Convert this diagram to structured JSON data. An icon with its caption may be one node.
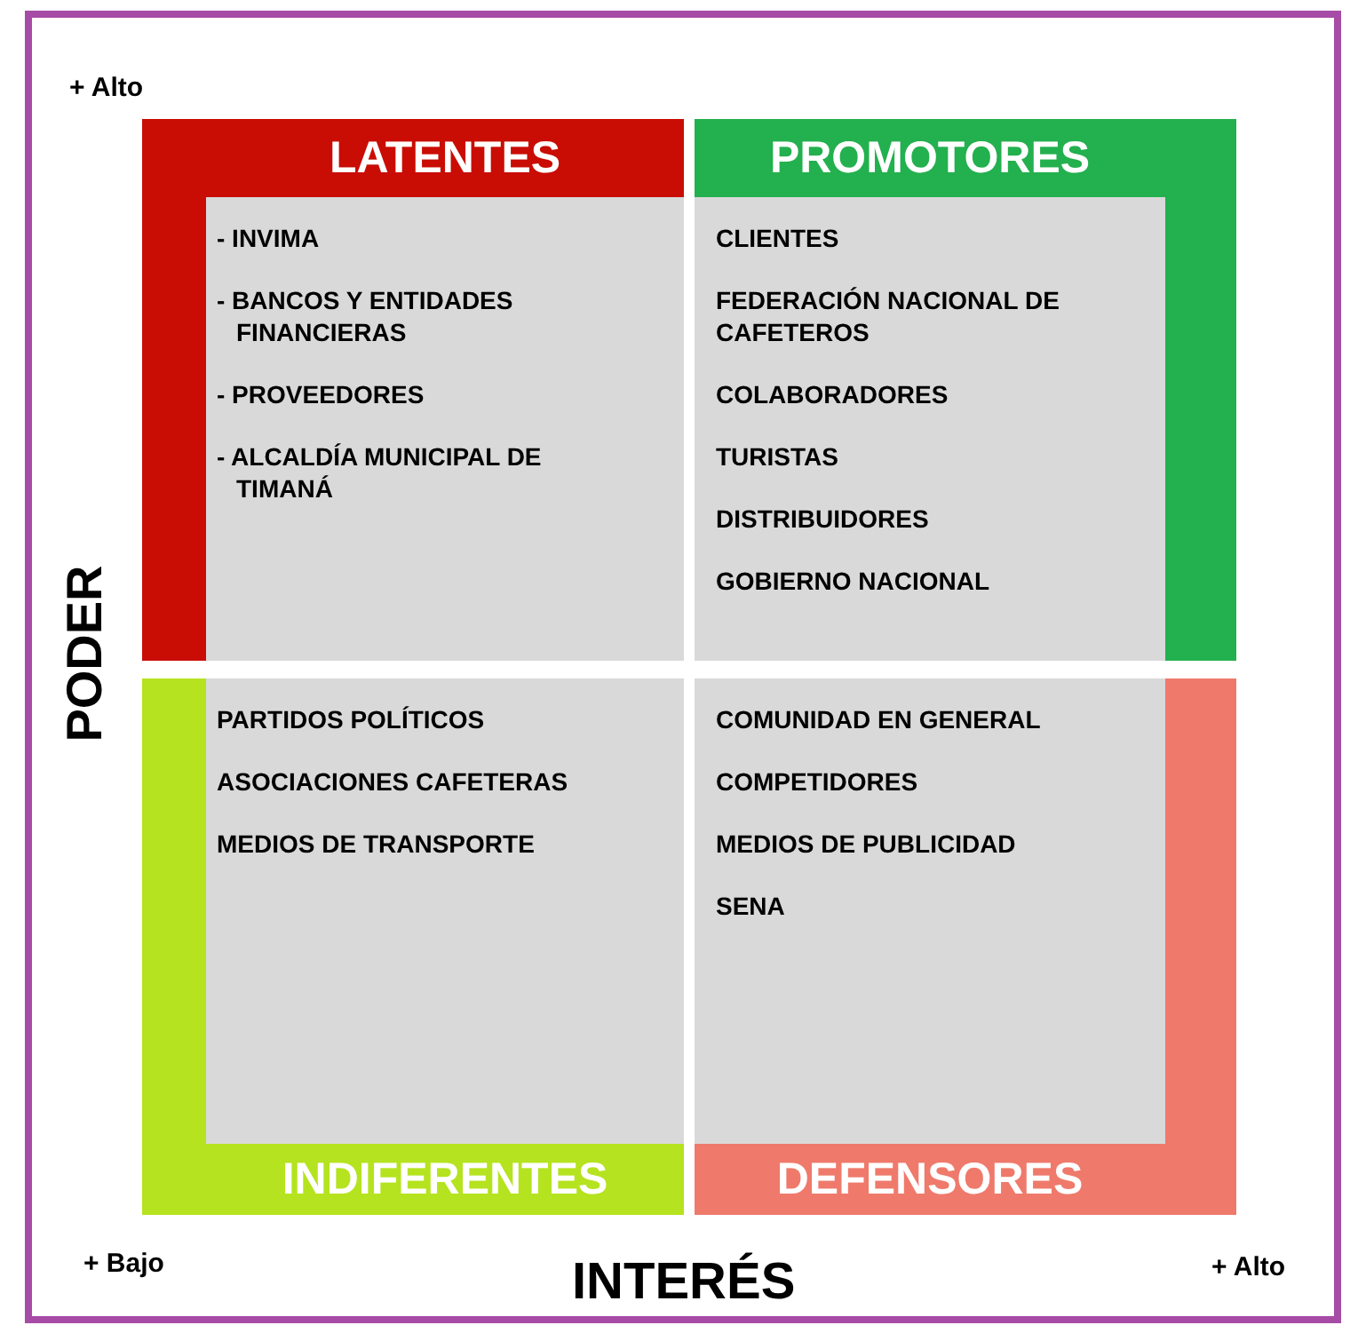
{
  "diagram": {
    "nodes": [
      {
        "text": [
          "LATENTES",
          "- INVIMA",
          "- BANCOS Y ENTIDADES FINANCIERAS",
          "- PROVEEDORES",
          "- ALCALDÍA MUNICIPAL DE TIMANÁ"
        ]
      },
      {
        "text": [
          "PROMOTORES",
          "CLIENTES",
          "FEDERACIÓN NACIONAL DE CAFETEROS",
          "COLABORADORES",
          "TURISTAS",
          "DISTRIBUIDORES",
          "GOBIERNO NACIONAL"
        ]
      },
      {
        "text": [
          "PARTIDOS POLÍTICOS",
          "ASOCIACIONES CAFETERAS",
          "MEDIOS DE TRANSPORTE",
          "INDIFERENTES"
        ]
      },
      {
        "text": [
          "COMUNIDAD EN GENERAL",
          "COMPETIDORES",
          "MEDIOS DE PUBLICIDAD",
          "SENA",
          "DEFENSORES"
        ]
      }
    ],
    "labels": [
      "+ Alto",
      "PODER",
      "+ Bajo",
      "INTERÉS",
      "+ Alto"
    ]
  }
}
